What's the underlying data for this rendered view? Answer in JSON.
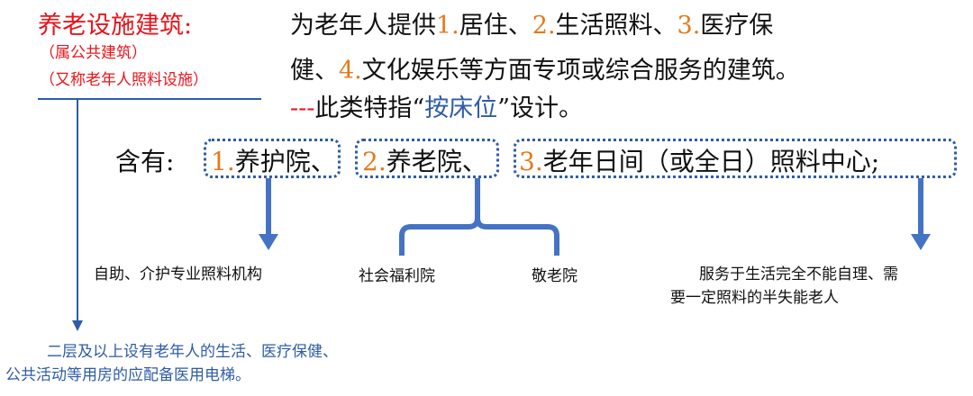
{
  "left": {
    "title": "养老设施建筑:",
    "sub1": "（属公共建筑）",
    "sub2": "（又称老年人照料设施）"
  },
  "definition": {
    "line1_a": "为老年人提供",
    "n1": "1.",
    "line1_b": "居住、",
    "n2": "2.",
    "line1_c": "生活照料、",
    "n3": "3.",
    "line1_d": "医疗保",
    "line2_a": "健、",
    "n4": "4.",
    "line2_b": "文化娱乐等方面专项或综合服务的建筑。",
    "line3_dash": "---",
    "line3_a": "此类特指“",
    "line3_hl": "按床位",
    "line3_b": "”设计。"
  },
  "contains": {
    "label": "含有:",
    "items": [
      {
        "num": "1.",
        "text": "养护院、"
      },
      {
        "num": "2.",
        "text": "养老院、"
      },
      {
        "num": "3.",
        "text": "老年日间（或全日）照料中心;"
      }
    ]
  },
  "notes": {
    "nursing": "自助、介护专业照料机构",
    "welfare": "社会福利院",
    "elder_home": "敬老院",
    "daycare_line1": "服务于生活完全不能自理、需",
    "daycare_line2": "要一定照料的半失能老人",
    "elevator_line1": "二层及以上设有老年人的生活、医疗保健、",
    "elevator_line2": "公共活动等用房的应配备医用电梯。"
  },
  "colors": {
    "red": "#e8141b",
    "orange": "#e47a1a",
    "blue": "#2e5ca6"
  }
}
